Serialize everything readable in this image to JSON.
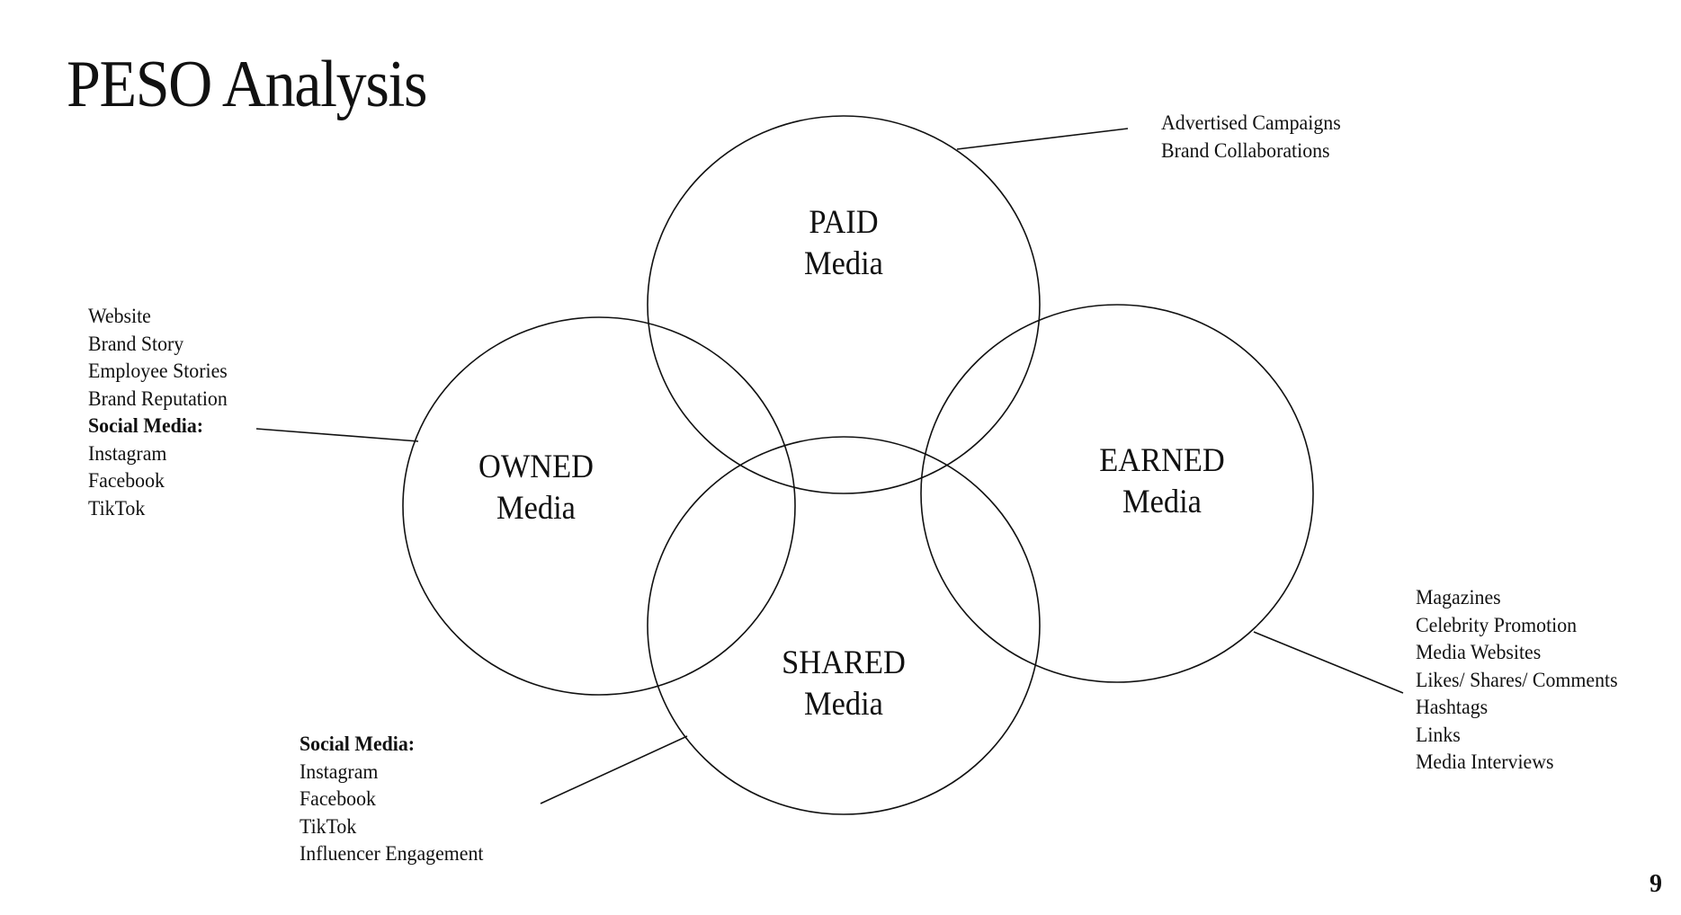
{
  "title": "PESO Analysis",
  "page_number": "9",
  "circles": {
    "paid": {
      "line1": "PAID",
      "line2": "Media"
    },
    "owned": {
      "line1": "OWNED",
      "line2": "Media"
    },
    "earned": {
      "line1": "EARNED",
      "line2": "Media"
    },
    "shared": {
      "line1": "SHARED",
      "line2": "Media"
    }
  },
  "lists": {
    "paid": [
      "Advertised Campaigns",
      "Brand Collaborations"
    ],
    "owned": [
      "Website",
      "Brand Story",
      "Employee Stories",
      "Brand Reputation",
      "Social Media:",
      "Instagram",
      "Facebook",
      "TikTok"
    ],
    "earned": [
      "Magazines",
      "Celebrity Promotion",
      "Media Websites",
      "Likes/ Shares/ Comments",
      "Hashtags",
      "Links",
      "Media Interviews"
    ],
    "shared": [
      "Social Media:",
      "Instagram",
      "Facebook",
      "TikTok",
      "Influencer Engagement"
    ]
  }
}
